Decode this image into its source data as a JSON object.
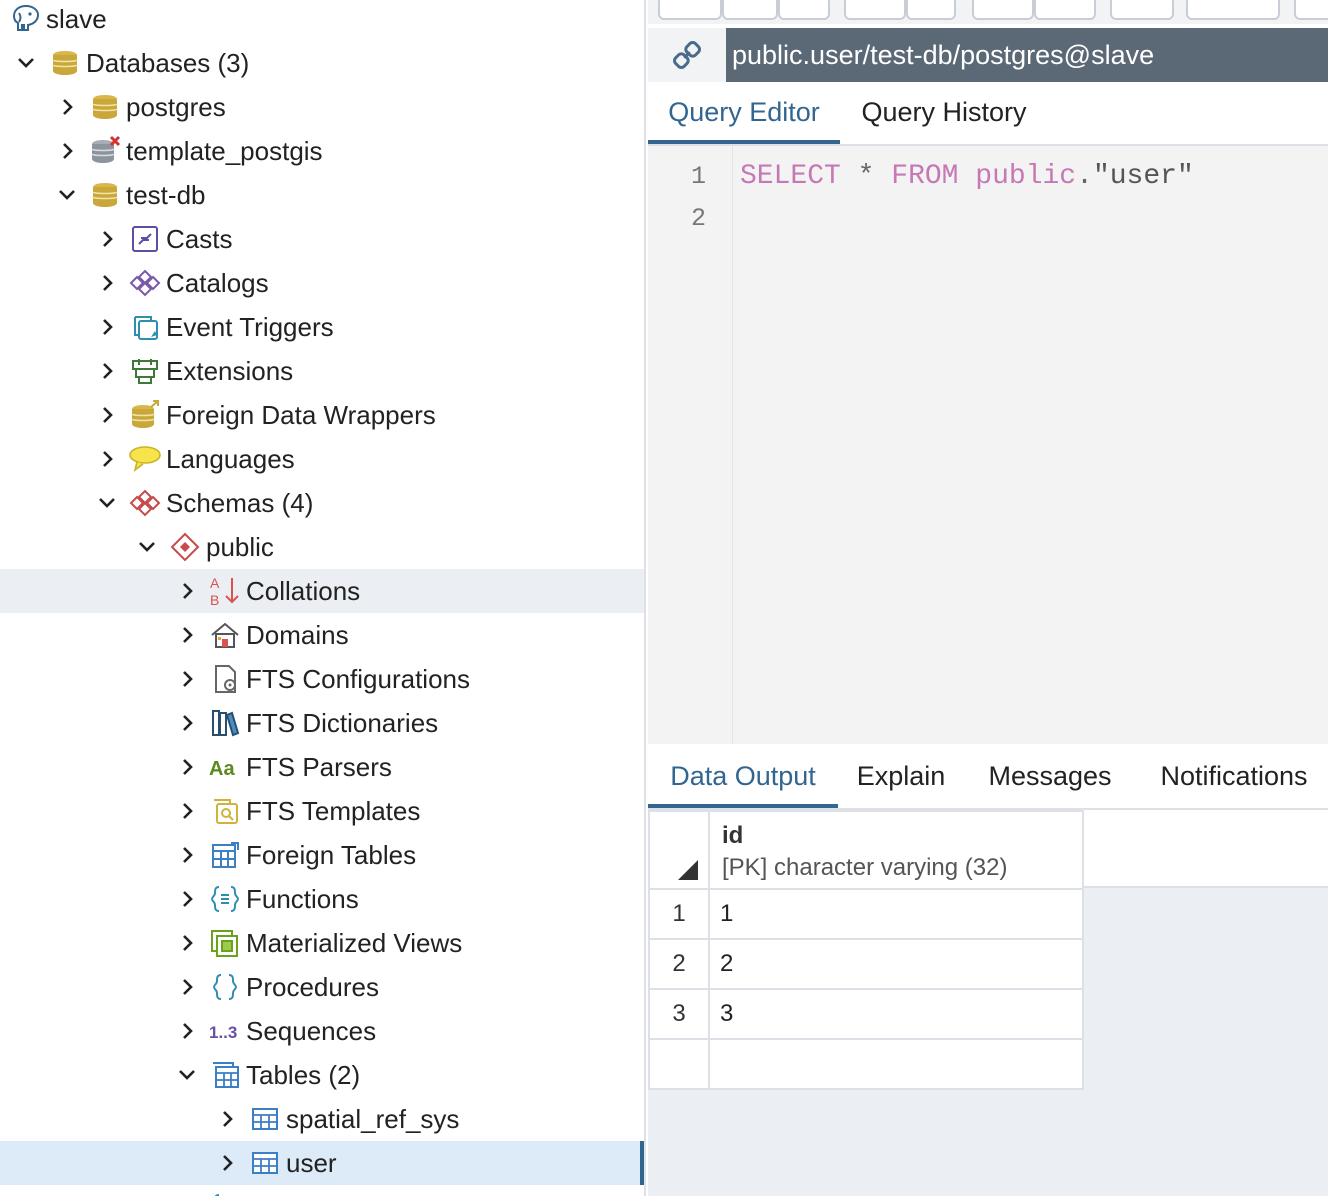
{
  "colors": {
    "accent": "#326690",
    "selected_row": "#dcebf7",
    "hover_row": "#ebeef2",
    "title_bar": "#5b6876",
    "keyword": "#c678b5"
  },
  "tree": {
    "items": [
      {
        "label": "slave",
        "icon": "elephant-server-icon",
        "expanded": true
      },
      {
        "label": "Databases (3)",
        "icon": "databases-icon",
        "expanded": true
      },
      {
        "label": "postgres",
        "icon": "database-icon",
        "expanded": false
      },
      {
        "label": "template_postgis",
        "icon": "database-disconnected-icon",
        "expanded": false
      },
      {
        "label": "test-db",
        "icon": "database-icon",
        "expanded": true
      },
      {
        "label": "Casts",
        "icon": "casts-icon",
        "expanded": false
      },
      {
        "label": "Catalogs",
        "icon": "catalogs-icon",
        "expanded": false
      },
      {
        "label": "Event Triggers",
        "icon": "event-triggers-icon",
        "expanded": false
      },
      {
        "label": "Extensions",
        "icon": "extensions-icon",
        "expanded": false
      },
      {
        "label": "Foreign Data Wrappers",
        "icon": "foreign-data-wrappers-icon",
        "expanded": false
      },
      {
        "label": "Languages",
        "icon": "languages-icon",
        "expanded": false
      },
      {
        "label": "Schemas (4)",
        "icon": "schemas-icon",
        "expanded": true
      },
      {
        "label": "public",
        "icon": "schema-icon",
        "expanded": true
      },
      {
        "label": "Collations",
        "icon": "collations-icon",
        "expanded": false
      },
      {
        "label": "Domains",
        "icon": "domains-icon",
        "expanded": false
      },
      {
        "label": "FTS Configurations",
        "icon": "fts-configurations-icon",
        "expanded": false
      },
      {
        "label": "FTS Dictionaries",
        "icon": "fts-dictionaries-icon",
        "expanded": false
      },
      {
        "label": "FTS Parsers",
        "icon": "fts-parsers-icon",
        "expanded": false
      },
      {
        "label": "FTS Templates",
        "icon": "fts-templates-icon",
        "expanded": false
      },
      {
        "label": "Foreign Tables",
        "icon": "foreign-tables-icon",
        "expanded": false
      },
      {
        "label": "Functions",
        "icon": "functions-icon",
        "expanded": false
      },
      {
        "label": "Materialized Views",
        "icon": "materialized-views-icon",
        "expanded": false
      },
      {
        "label": "Procedures",
        "icon": "procedures-icon",
        "expanded": false
      },
      {
        "label": "Sequences",
        "icon": "sequences-icon",
        "expanded": false
      },
      {
        "label": "Tables (2)",
        "icon": "tables-icon",
        "expanded": true
      },
      {
        "label": "spatial_ref_sys",
        "icon": "table-icon",
        "expanded": false
      },
      {
        "label": "user",
        "icon": "table-icon",
        "expanded": false
      }
    ],
    "hover_item": "Collations",
    "selected_item": "user"
  },
  "query_tool": {
    "title": "public.user/test-db/postgres@slave",
    "title_icon": "connection-status-icon",
    "tabs": [
      "Query Editor",
      "Query History"
    ],
    "active_tab": "Query Editor",
    "line_numbers": [
      "1",
      "2"
    ],
    "code": {
      "kw_select": "SELECT",
      "star": "*",
      "kw_from": "FROM",
      "kw_public": "public",
      "dot": ".",
      "table": "\"user\""
    }
  },
  "output": {
    "tabs": [
      "Data Output",
      "Explain",
      "Messages",
      "Notifications"
    ],
    "active_tab": "Data Output",
    "columns": [
      {
        "name": "id",
        "type": "[PK] character varying (32)"
      }
    ],
    "rows": [
      {
        "num": "1",
        "id": "1"
      },
      {
        "num": "2",
        "id": "2"
      },
      {
        "num": "3",
        "id": "3"
      },
      {
        "num": "",
        "id": ""
      }
    ]
  }
}
